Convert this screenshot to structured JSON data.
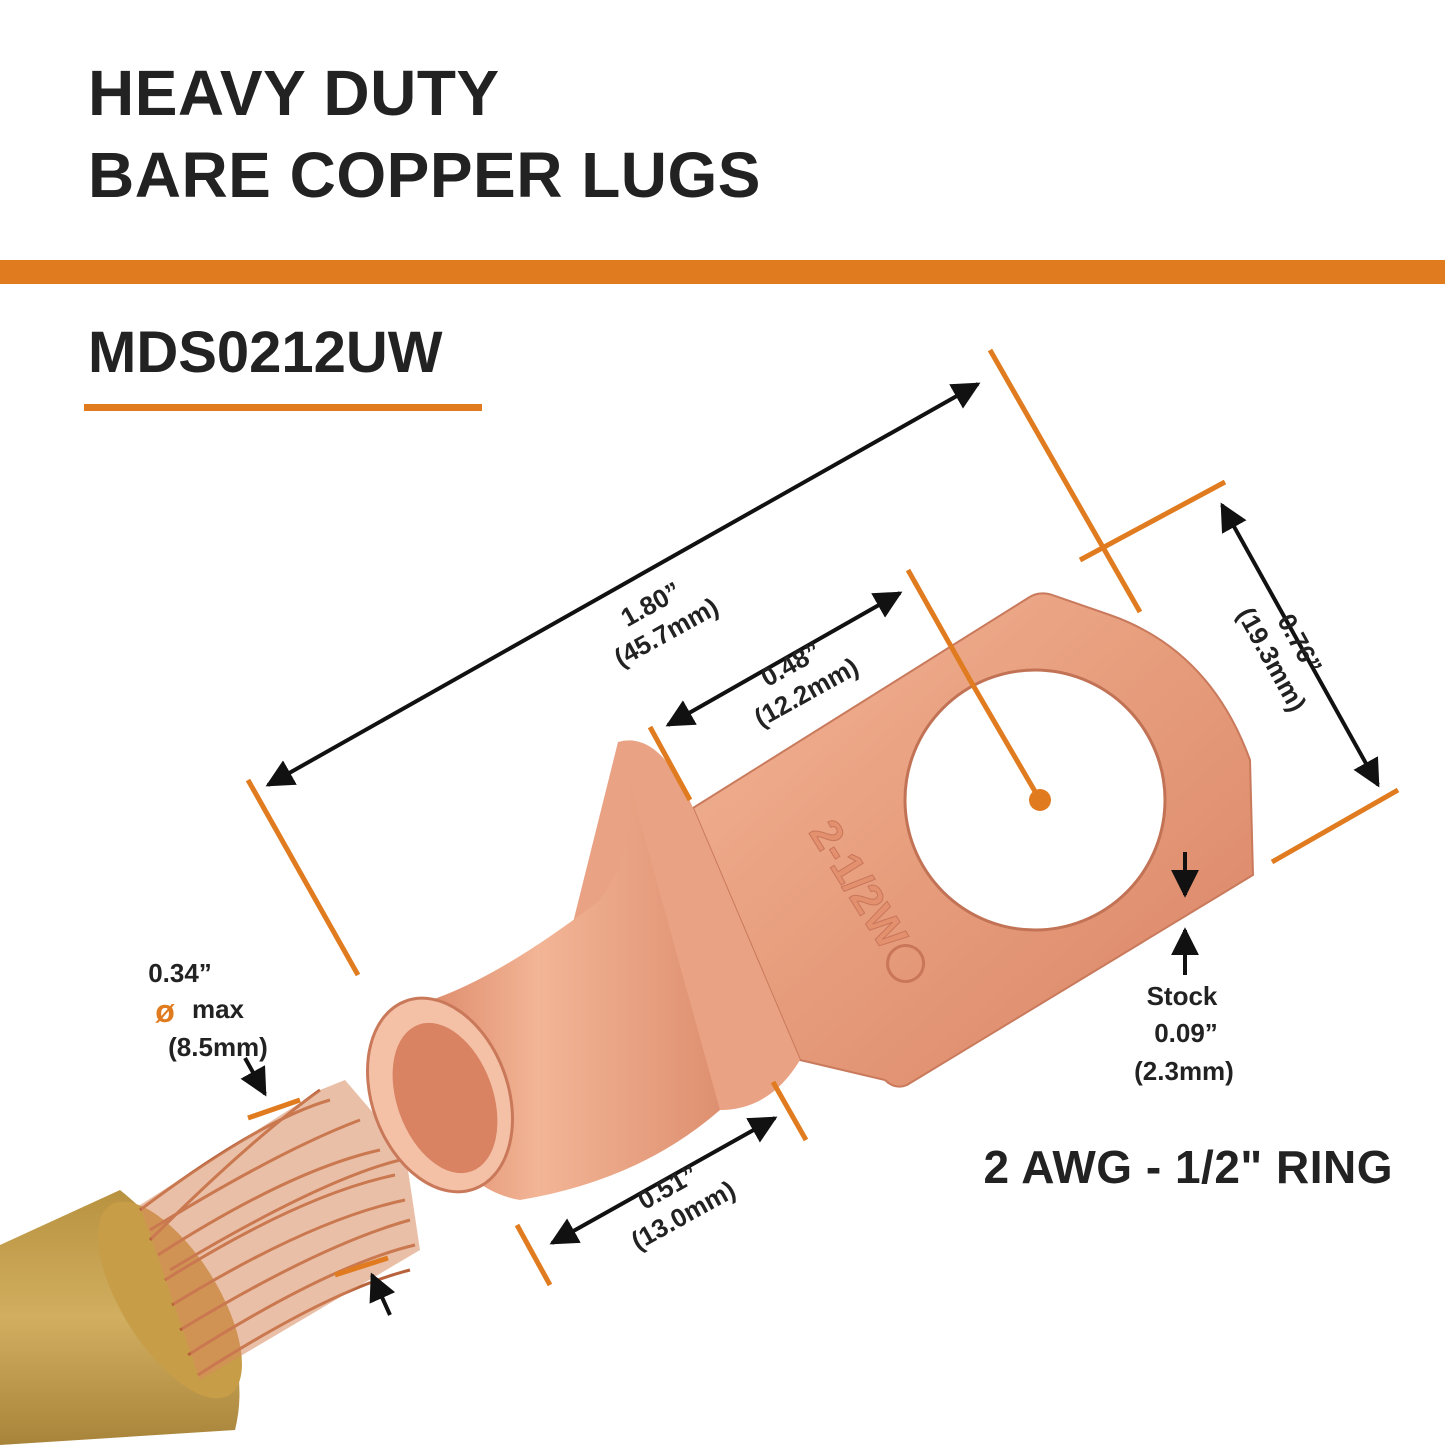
{
  "header": {
    "title_line1": "HEAVY DUTY",
    "title_line2": "BARE COPPER LUGS",
    "model": "MDS0212UW"
  },
  "footer": {
    "spec": "2 AWG - 1/2\" RING"
  },
  "stamp": {
    "text": "2-1/2W"
  },
  "dimensions": {
    "overall_in": "1.80”",
    "overall_mm": "(45.7mm)",
    "ring_in": "0.48”",
    "ring_mm": "(12.2mm)",
    "width_in": "0.76”",
    "width_mm": "(19.3mm)",
    "barrel_in": "0.51”",
    "barrel_mm": "(13.0mm)",
    "wire_in": "0.34”",
    "wire_symbol": "ø",
    "wire_max": "max",
    "wire_mm": "(8.5mm)",
    "stock_label": "Stock",
    "stock_in": "0.09”",
    "stock_mm": "(2.3mm)"
  },
  "colors": {
    "accent": "#e07c1f",
    "text": "#222222",
    "copper": "#e8a07f",
    "insulation": "#c9a558"
  }
}
